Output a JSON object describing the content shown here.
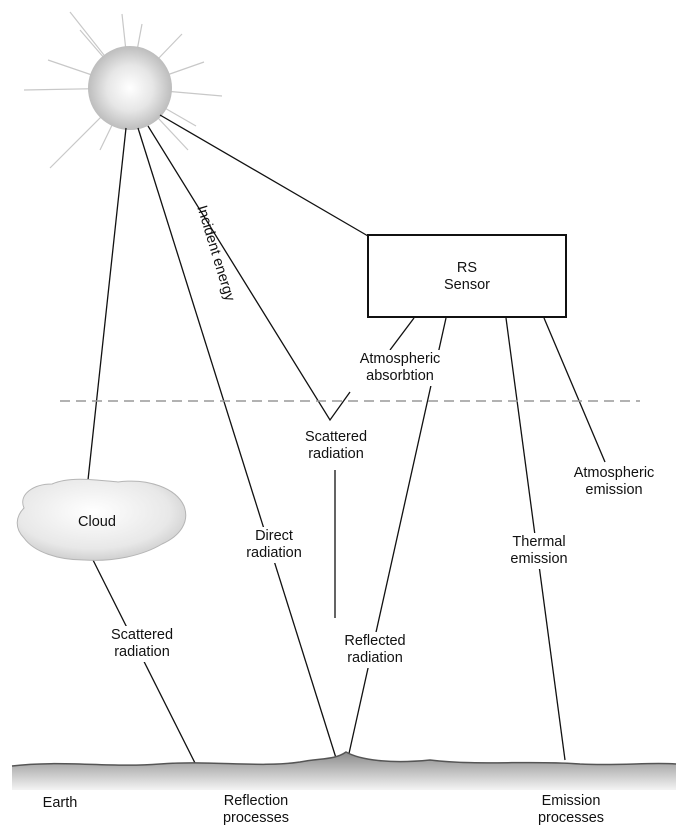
{
  "sensor": {
    "line1": "RS",
    "line2": "Sensor"
  },
  "labels": {
    "incident_energy": "Incident energy",
    "atmospheric_absorbtion": [
      "Atmospheric",
      "absorbtion"
    ],
    "scattered_radiation_upper": [
      "Scattered",
      "radiation"
    ],
    "atmospheric_emission": [
      "Atmospheric",
      "emission"
    ],
    "cloud": "Cloud",
    "direct_radiation": [
      "Direct",
      "radiation"
    ],
    "thermal_emission": [
      "Thermal",
      "emission"
    ],
    "scattered_radiation_lower": [
      "Scattered",
      "radiation"
    ],
    "reflected_radiation": [
      "Reflected",
      "radiation"
    ],
    "earth": "Earth",
    "reflection_processes": [
      "Reflection",
      "processes"
    ],
    "emission_processes": [
      "Emission",
      "processes"
    ]
  }
}
